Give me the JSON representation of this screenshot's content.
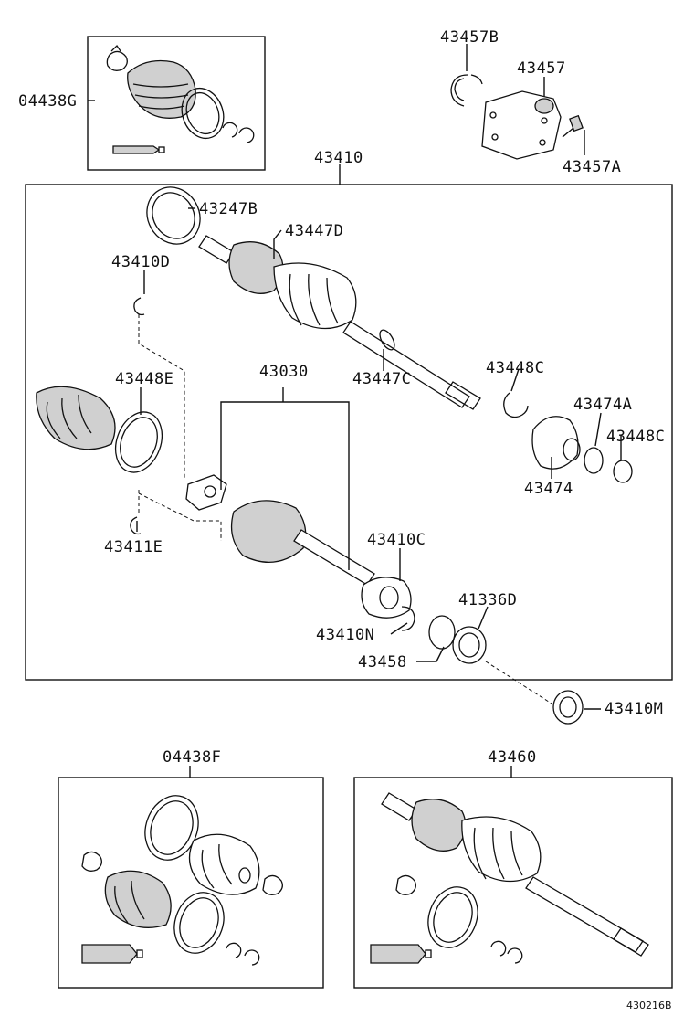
{
  "diagram_code": "430216B",
  "labels": {
    "p04438G": "04438G",
    "p43457B": "43457B",
    "p43457": "43457",
    "p43457A": "43457A",
    "p43410": "43410",
    "p43247B": "43247B",
    "p43447D": "43447D",
    "p43410D": "43410D",
    "p43447C": "43447C",
    "p43448C_1": "43448C",
    "p43030": "43030",
    "p43448E": "43448E",
    "p43474A": "43474A",
    "p43448C_2": "43448C",
    "p43474": "43474",
    "p43411E": "43411E",
    "p43410C": "43410C",
    "p41336D": "41336D",
    "p43410N": "43410N",
    "p43458": "43458",
    "p43410M": "43410M",
    "p04438F": "04438F",
    "p43460": "43460"
  }
}
